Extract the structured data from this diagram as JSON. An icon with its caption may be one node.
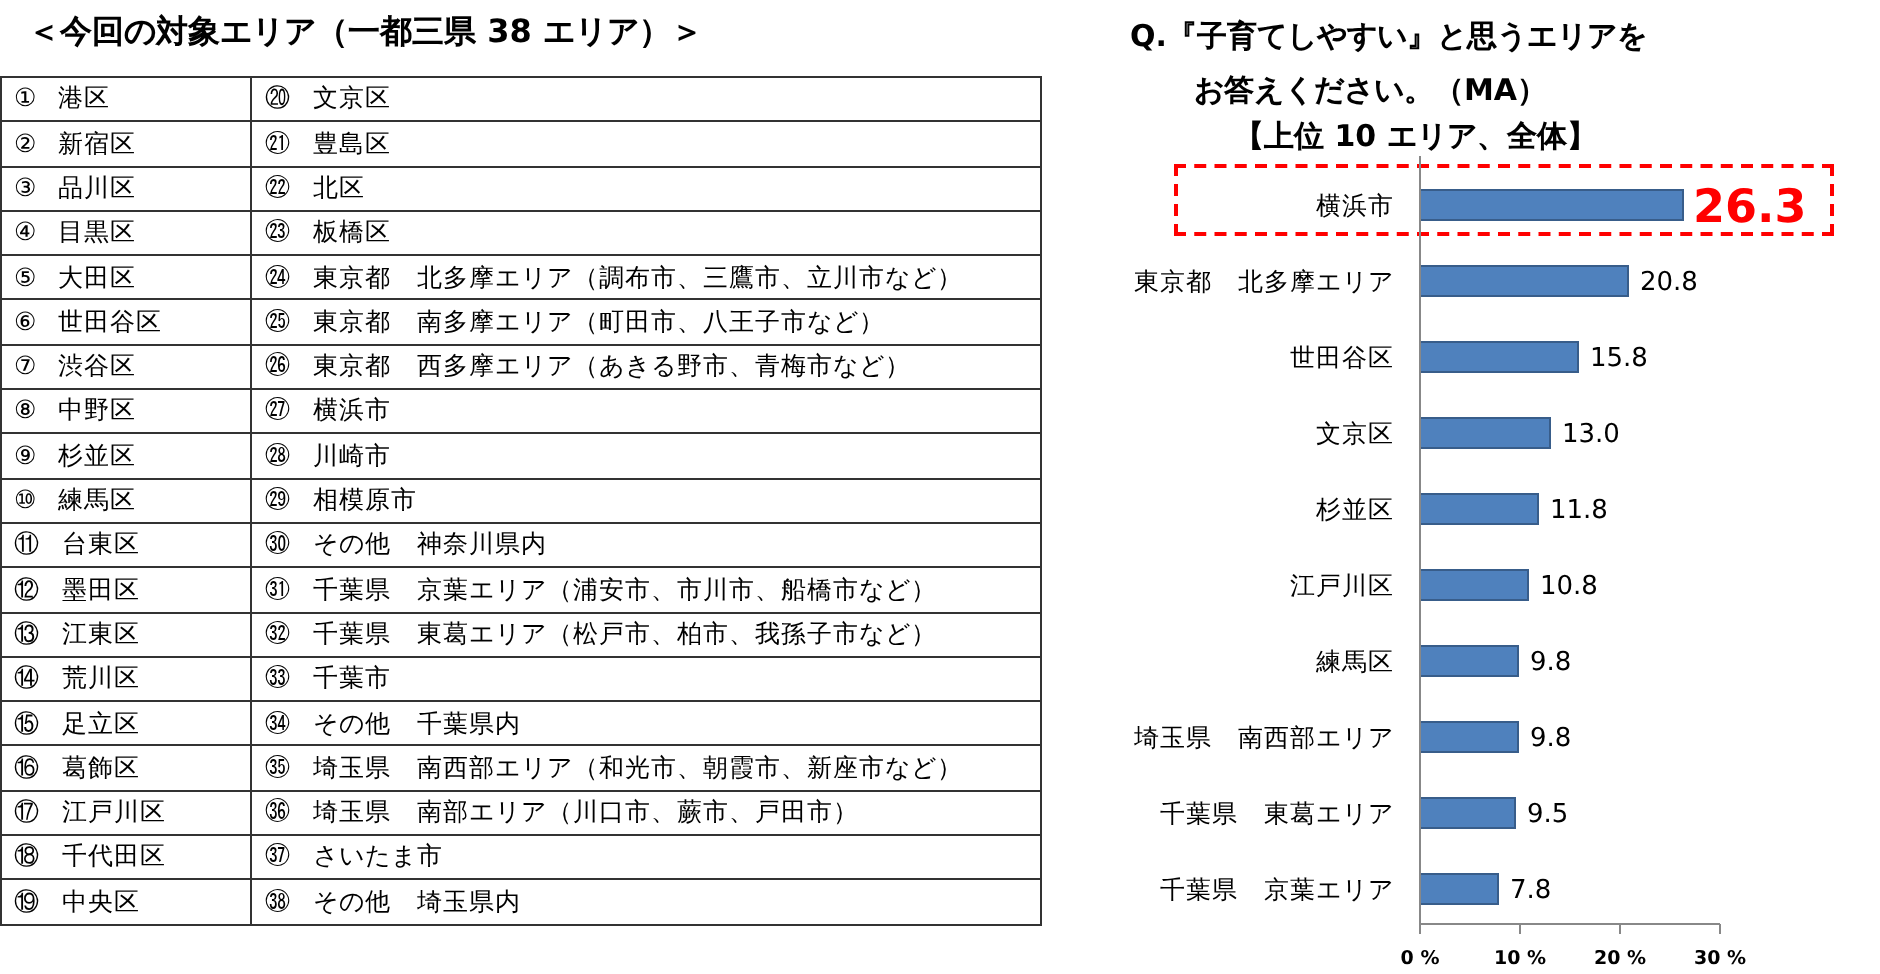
{
  "diagram": {
    "title": "＜今回の対象エリア（一都三県 38 エリア）＞",
    "labels": [
      "① 港区",
      "⑳ 文京区",
      "② 新宿区",
      "㉑ 豊島区",
      "③ 品川区",
      "㉒ 北区",
      "④ 目黒区",
      "㉓ 板橋区",
      "⑤ 大田区",
      "㉔ 東京都　北多摩エリア（調布市、三鷹市、立川市など）",
      "⑥ 世田谷区",
      "㉕ 東京都　南多摩エリア（町田市、八王子市など）",
      "⑦ 渋谷区",
      "㉖ 東京都　西多摩エリア（あきる野市、青梅市など）",
      "⑧ 中野区",
      "㉗ 横浜市",
      "⑨ 杉並区",
      "㉘ 川崎市",
      "⑩ 練馬区",
      "㉙ 相模原市",
      "⑪ 台東区",
      "㉚ その他　神奈川県内",
      "⑫ 墨田区",
      "㉛ 千葉県　京葉エリア（浦安市、市川市、船橋市など）",
      "⑬ 江東区",
      "㉜ 千葉県　東葛エリア（松戸市、柏市、我孫子市など）",
      "⑭ 荒川区",
      "㉝ 千葉市",
      "⑮ 足立区",
      "㉞ その他　千葉県内",
      "⑯ 葛飾区",
      "㉟ 埼玉県　南西部エリア（和光市、朝霞市、新座市など）",
      "⑰ 江戸川区",
      "㊱ 埼玉県　南部エリア（川口市、蕨市、戸田市）",
      "⑱ 千代田区",
      "㊲ さいたま市",
      "⑲ 中央区",
      "㊳ その他　埼玉県内",
      "【上位 10 エリア、全体】"
    ],
    "chart_data": {
      "type": "bar",
      "orientation": "horizontal",
      "title": "Q.『子育てしやすい』と思うエリアをお答えください。（MA）",
      "categories": [
        "横浜市",
        "東京都　北多摩エリア",
        "世田谷区",
        "文京区",
        "杉並区",
        "江戸川区",
        "練馬区",
        "埼玉県　南西部エリア",
        "千葉県　東葛エリア",
        "千葉県　京葉エリア"
      ],
      "values": [
        26.3,
        20.8,
        15.8,
        13.0,
        11.8,
        10.8,
        9.8,
        9.8,
        9.5,
        7.8
      ],
      "xlim": [
        0,
        30
      ],
      "xticks": [
        {
          "value": 0,
          "label": "0 %"
        },
        {
          "value": 10,
          "label": "10 %"
        },
        {
          "value": 20,
          "label": "20 %"
        },
        {
          "value": 30,
          "label": "30 %"
        }
      ],
      "value_labels": [
        "26.3",
        "20.8",
        "15.8",
        "13.0",
        "11.8",
        "10.8",
        "9.8",
        "9.8",
        "9.5",
        "7.8"
      ]
    }
  }
}
